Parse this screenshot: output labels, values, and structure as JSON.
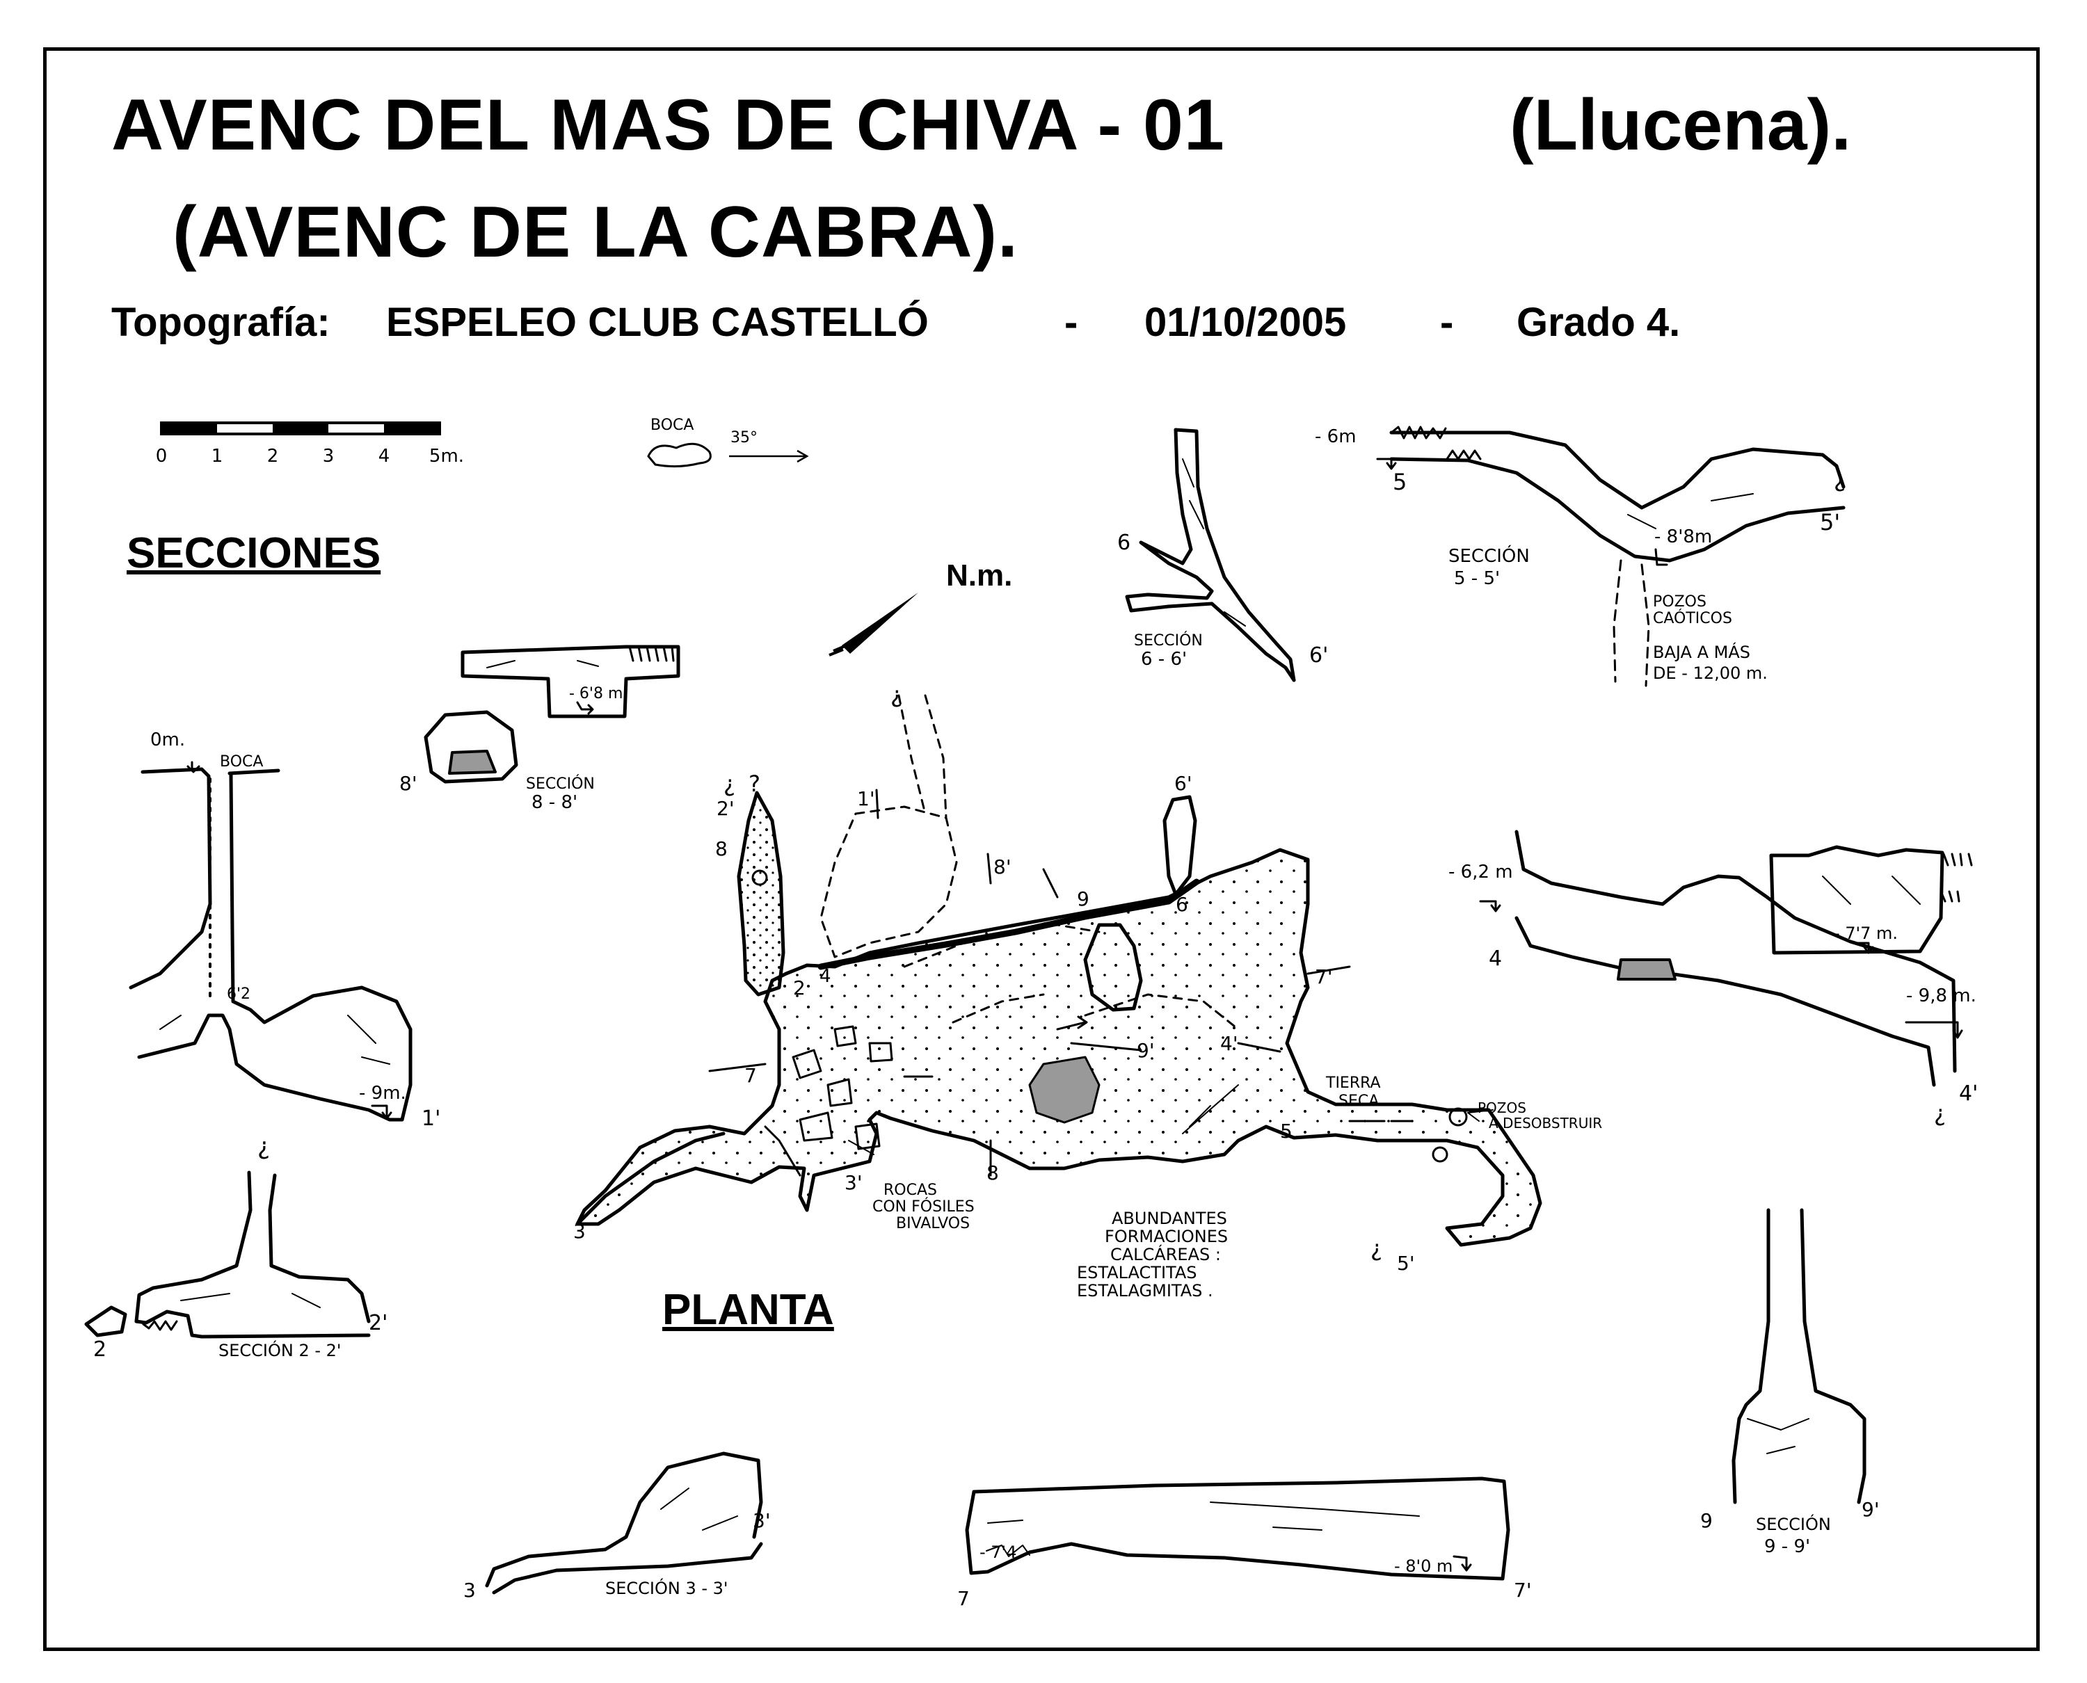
{
  "title": {
    "line1": "AVENC  DEL  MAS  DE  CHIVA - 01",
    "location": "(Llucena).",
    "line2": "(AVENC  DE  LA  CABRA)."
  },
  "credits": {
    "topo_label": "Topografía:",
    "club": "ESPELEO CLUB CASTELLÓ",
    "sep1": "-",
    "date": "01/10/2005",
    "sep2": "-",
    "grade": "Grado 4."
  },
  "headings": {
    "secciones": "SECCIONES",
    "planta": "PLANTA"
  },
  "scale": {
    "ticks": [
      "0",
      "1",
      "2",
      "3",
      "4",
      "5m."
    ]
  },
  "legend": {
    "boca": "BOCA",
    "bearing": "35°"
  },
  "north": "N.m.",
  "labels": {
    "s55_title": "SECCIÓN",
    "s55_id": "5 - 5'",
    "s55_depth_a": "- 6m",
    "s55_depth_b": "- 8'8m",
    "s55_p5": "5",
    "s55_p5b": "5'",
    "s55_q": "¿",
    "pozos_caoticos_1": "POZOS",
    "pozos_caoticos_2": "CAÓTICOS",
    "baja_1": "BAJA A MÁS",
    "baja_2": "DE - 12,00 m.",
    "s66_title": "SECCIÓN",
    "s66_id": "6 - 6'",
    "s66_p6": "6",
    "s66_p6b": "6'",
    "s88_title": "SECCIÓN",
    "s88_id": "8 - 8'",
    "s88_p8b": "8'",
    "s88_depth": "- 6'8 m.",
    "s11_top": "0m.",
    "s11_boca": "BOCA",
    "s11_depth_a": "6'2",
    "s11_depth_b": "- 9m.",
    "s11_p1b": "1'",
    "s22_title": "SECCIÓN  2 - 2'",
    "s22_p2": "2",
    "s22_p2b": "2'",
    "s22_q": "¿",
    "s44_depth_a": "- 6,2 m",
    "s44_depth_b": "- 7'7 m.",
    "s44_depth_c": "- 9,8 m.",
    "s44_p4": "4",
    "s44_p4b": "4'",
    "s44_q": "¿",
    "s33_title": "SECCIÓN  3 - 3'",
    "s33_p3": "3",
    "s33_p3b": "3'",
    "s77_depth_a": "- 7'4",
    "s77_depth_b": "- 8'0 m",
    "s77_p7": "7",
    "s77_p7b": "7'",
    "s99_title": "SECCIÓN",
    "s99_id": "9 - 9'",
    "s99_p9": "9",
    "s99_p9b": "9'",
    "pl_rocas_1": "ROCAS",
    "pl_rocas_2": "CON FÓSILES",
    "pl_rocas_3": "BIVALVOS",
    "pl_abund_1": "ABUNDANTES",
    "pl_abund_2": "FORMACIONES",
    "pl_abund_3": "CALCÁREAS :",
    "pl_abund_4": "ESTALACTITAS",
    "pl_abund_5": "ESTALAGMITAS .",
    "pl_tierra_1": "TIERRA",
    "pl_tierra_2": "SECA",
    "pl_pozos_1": "POZOS",
    "pl_pozos_2": "A DESOBSTRUIR",
    "pl_p1": "1'",
    "pl_p2": "2",
    "pl_p2b": "2'",
    "pl_p3": "3",
    "pl_p3b": "3'",
    "pl_p4": "4",
    "pl_p4b": "4'",
    "pl_p5": "5",
    "pl_p5b": "5'",
    "pl_p6": "6",
    "pl_p6b": "6'",
    "pl_p7": "7",
    "pl_p7b": "7'",
    "pl_p8": "8",
    "pl_p8b": "8'",
    "pl_p8c": "8",
    "pl_p9": "9",
    "pl_p9b": "9'",
    "pl_q1": "¿",
    "pl_q2": "?",
    "pl_q3": "¿",
    "pl_q4": "¿"
  }
}
